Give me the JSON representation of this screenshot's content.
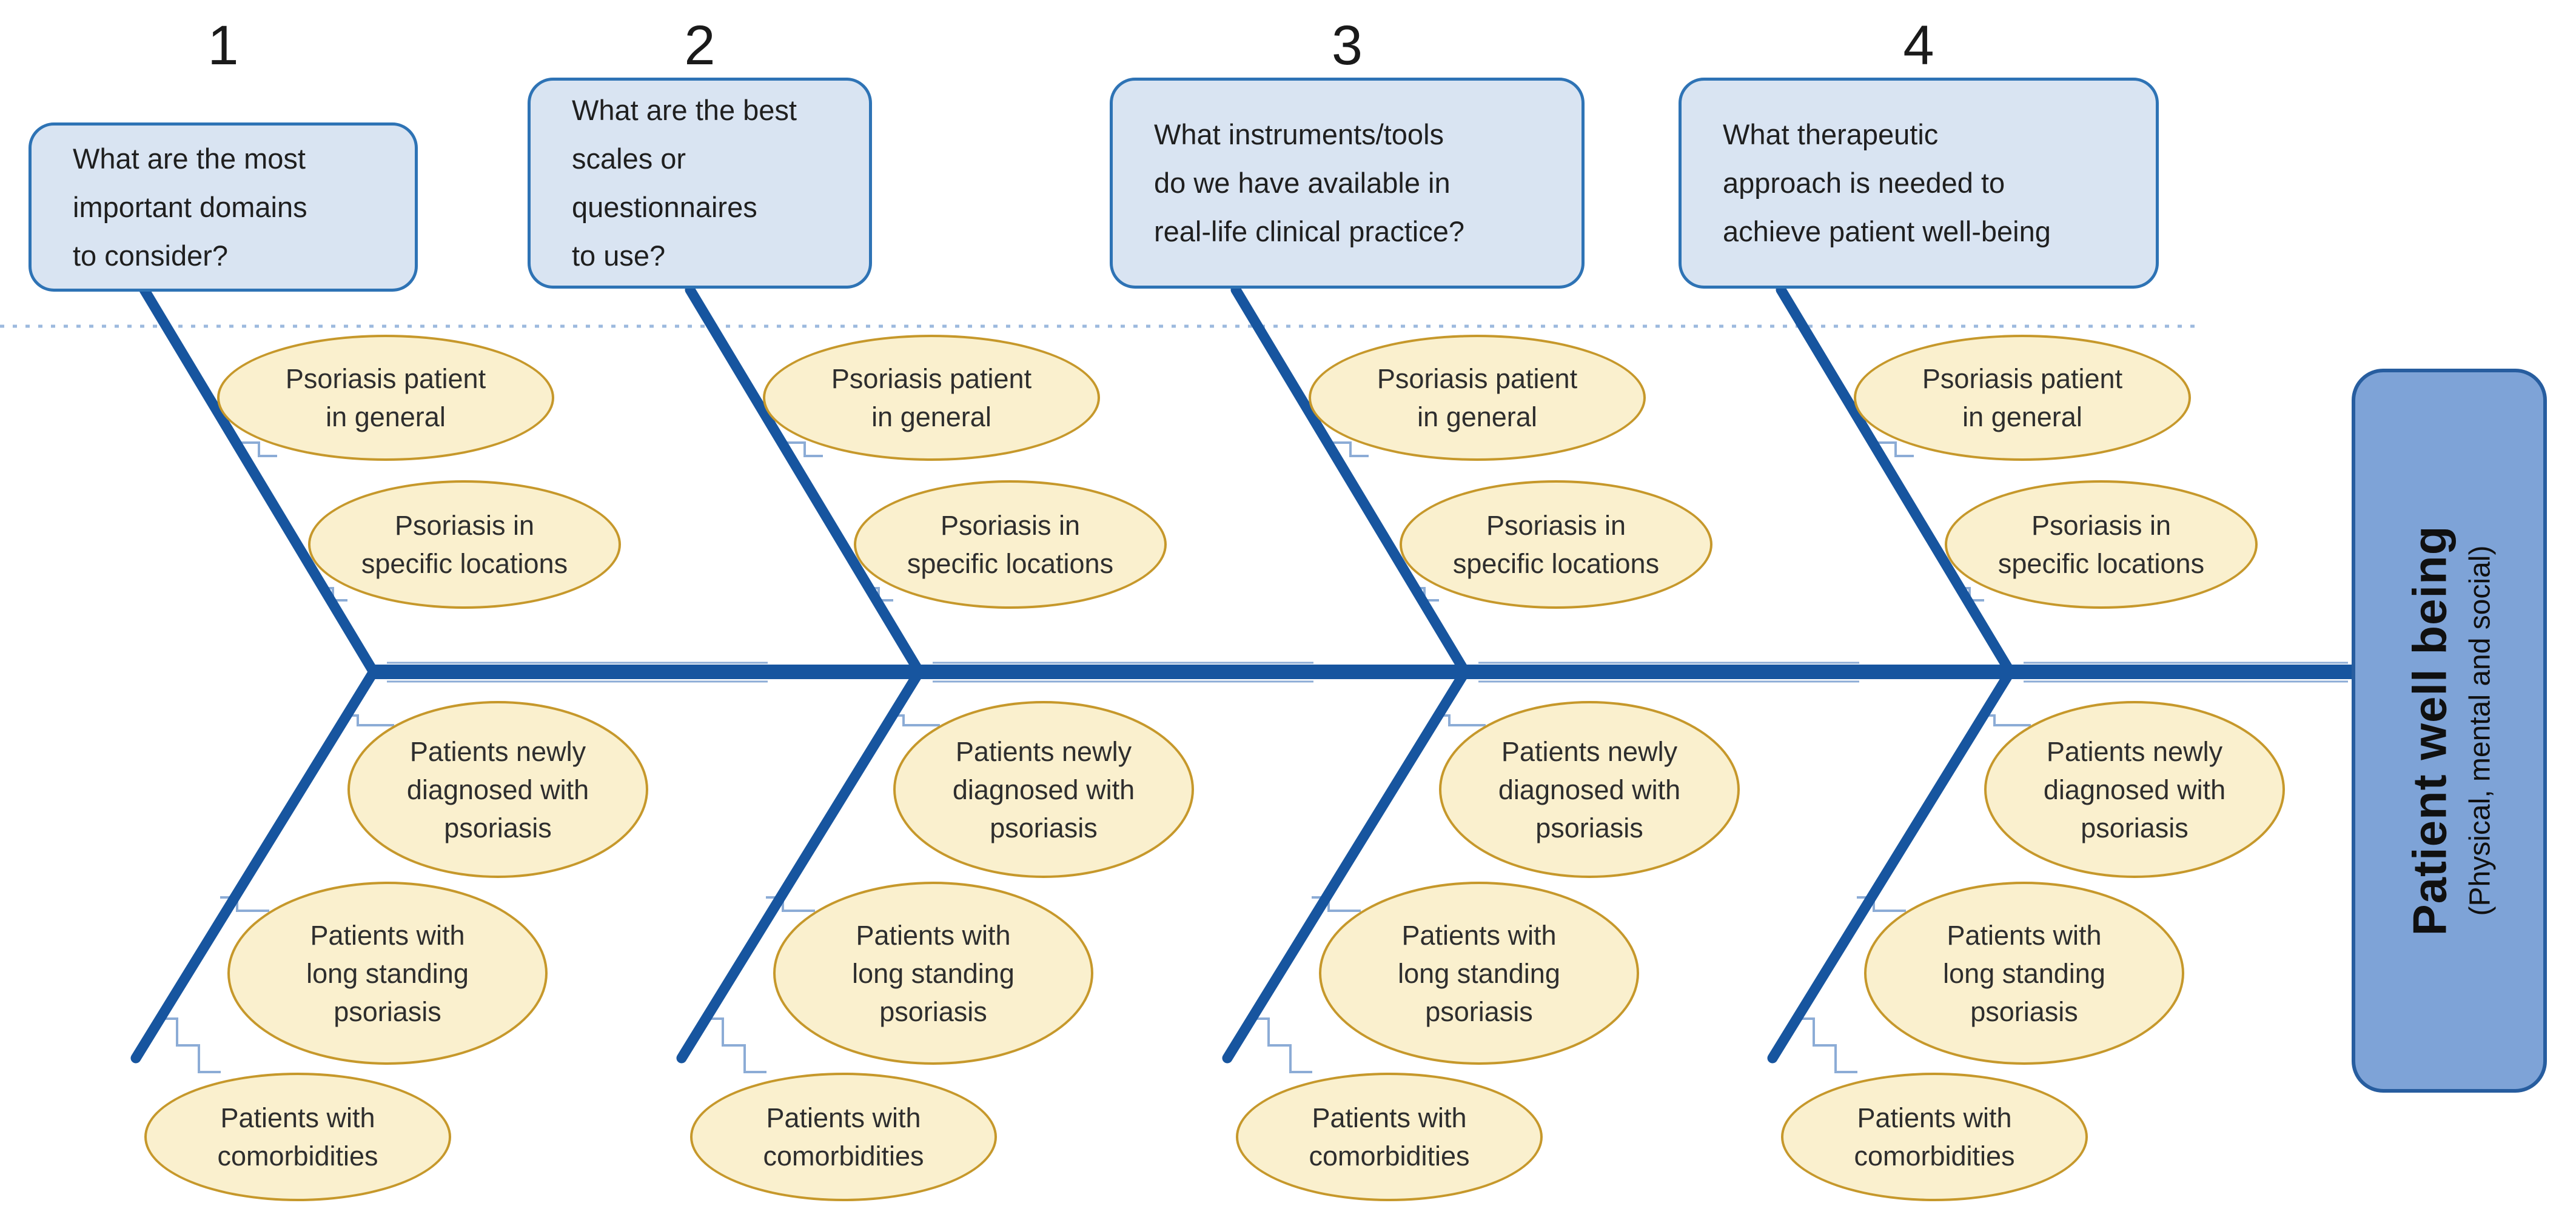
{
  "diagram_type": "fishbone",
  "questions": [
    {
      "number": "1",
      "lines": [
        "What are the most",
        "important domains",
        "to consider?"
      ]
    },
    {
      "number": "2",
      "lines": [
        "What are the best",
        "scales or",
        "questionnaires",
        "to use?"
      ]
    },
    {
      "number": "3",
      "lines": [
        "What instruments/tools",
        "do we have available in",
        "real-life clinical practice?"
      ]
    },
    {
      "number": "4",
      "lines": [
        "What therapeutic",
        "approach is needed to",
        "achieve patient well-being"
      ]
    }
  ],
  "branch_labels": [
    {
      "id": "psoriasis-patient-in-general",
      "lines": [
        "Psoriasis patient",
        "in general"
      ]
    },
    {
      "id": "psoriasis-in-specific-locations",
      "lines": [
        "Psoriasis in",
        "specific locations"
      ]
    },
    {
      "id": "patients-newly-diagnosed",
      "lines": [
        "Patients newly",
        "diagnosed with",
        "psoriasis"
      ]
    },
    {
      "id": "patients-long-standing",
      "lines": [
        "Patients with",
        "long standing",
        "psoriasis"
      ]
    },
    {
      "id": "patients-comorbidities",
      "lines": [
        "Patients with",
        "comorbidities"
      ]
    }
  ],
  "head": {
    "title": "Patient well being",
    "subtitle": "(Physical, mental and social)"
  },
  "colors": {
    "question_box_fill": "#d9e4f2",
    "question_box_border": "#2e73b5",
    "oval_fill": "#faf0ce",
    "oval_border": "#c6982b",
    "head_fill": "#7ea3d7",
    "head_border": "#275d9f",
    "bone_blue": "#17559f",
    "connector_blue": "#8cacd6",
    "dotted_guide": "#9cb9de",
    "text": "#1f1f1f"
  }
}
